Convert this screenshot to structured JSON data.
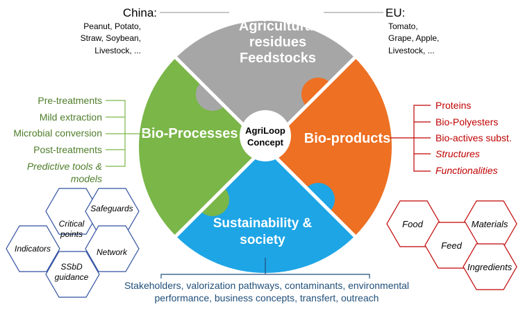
{
  "center": {
    "line1": "AgriLoop",
    "line2": "Concept"
  },
  "quadrants": {
    "top": {
      "line1": "Agricultural",
      "line2": "residues",
      "line3": "Feedstocks",
      "color": "#a6a6a6"
    },
    "left": {
      "label": "Bio-Processes",
      "color": "#7ab648"
    },
    "right": {
      "label": "Bio-products",
      "color": "#ed7023"
    },
    "bottom": {
      "line1": "Sustainability &",
      "line2": "society",
      "color": "#1ea5e6"
    }
  },
  "china": {
    "title": "China:",
    "lines": [
      "Peanut, Potato,",
      "Straw, Soybean,",
      "Livestock, ..."
    ]
  },
  "eu": {
    "title": "EU:",
    "lines": [
      "Tomato,",
      "Grape, Apple,",
      "Livestock, ..."
    ]
  },
  "processes": {
    "color": "#4e7d2a",
    "items": [
      "Pre-treatments",
      "Mild extraction",
      "Microbial conversion",
      "Post-treatments"
    ],
    "italic_line1": "Predictive tools &",
    "italic_line2": "models"
  },
  "products": {
    "color": "#c00000",
    "items": [
      "Proteins",
      "Bio-Polyesters",
      "Bio-actives subst."
    ],
    "italic_items": [
      "Structures",
      "Functionalities"
    ]
  },
  "society_text": {
    "color": "#1f4e79",
    "line1": "Stakeholders, valorization pathways, contaminants, environmental",
    "line2": "performance, business concepts, transfert, outreach"
  },
  "blue_hexes": {
    "color": "#2e4fa0",
    "safeguards": "Safeguards",
    "critical1": "Critical",
    "critical2": "points",
    "indicators": "Indicators",
    "network": "Network",
    "ssbd1": "SSbD",
    "ssbd2": "guidance"
  },
  "red_hexes": {
    "color": "#c00000",
    "food": "Food",
    "materials": "Materials",
    "feed": "Feed",
    "ingredients": "Ingredients"
  }
}
